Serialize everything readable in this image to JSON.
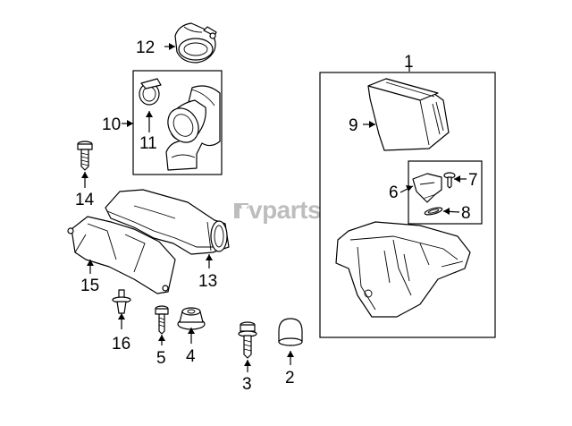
{
  "watermark": {
    "brand_text": "vparts"
  },
  "callouts": [
    {
      "label": "1"
    },
    {
      "label": "2"
    },
    {
      "label": "3"
    },
    {
      "label": "4"
    },
    {
      "label": "5"
    },
    {
      "label": "6"
    },
    {
      "label": "7"
    },
    {
      "label": "8"
    },
    {
      "label": "9"
    },
    {
      "label": "10"
    },
    {
      "label": "11"
    },
    {
      "label": "12"
    },
    {
      "label": "13"
    },
    {
      "label": "14"
    },
    {
      "label": "15"
    },
    {
      "label": "16"
    }
  ],
  "colors": {
    "line": "#000000",
    "watermark": "#bdbdbd",
    "background": "#ffffff"
  }
}
